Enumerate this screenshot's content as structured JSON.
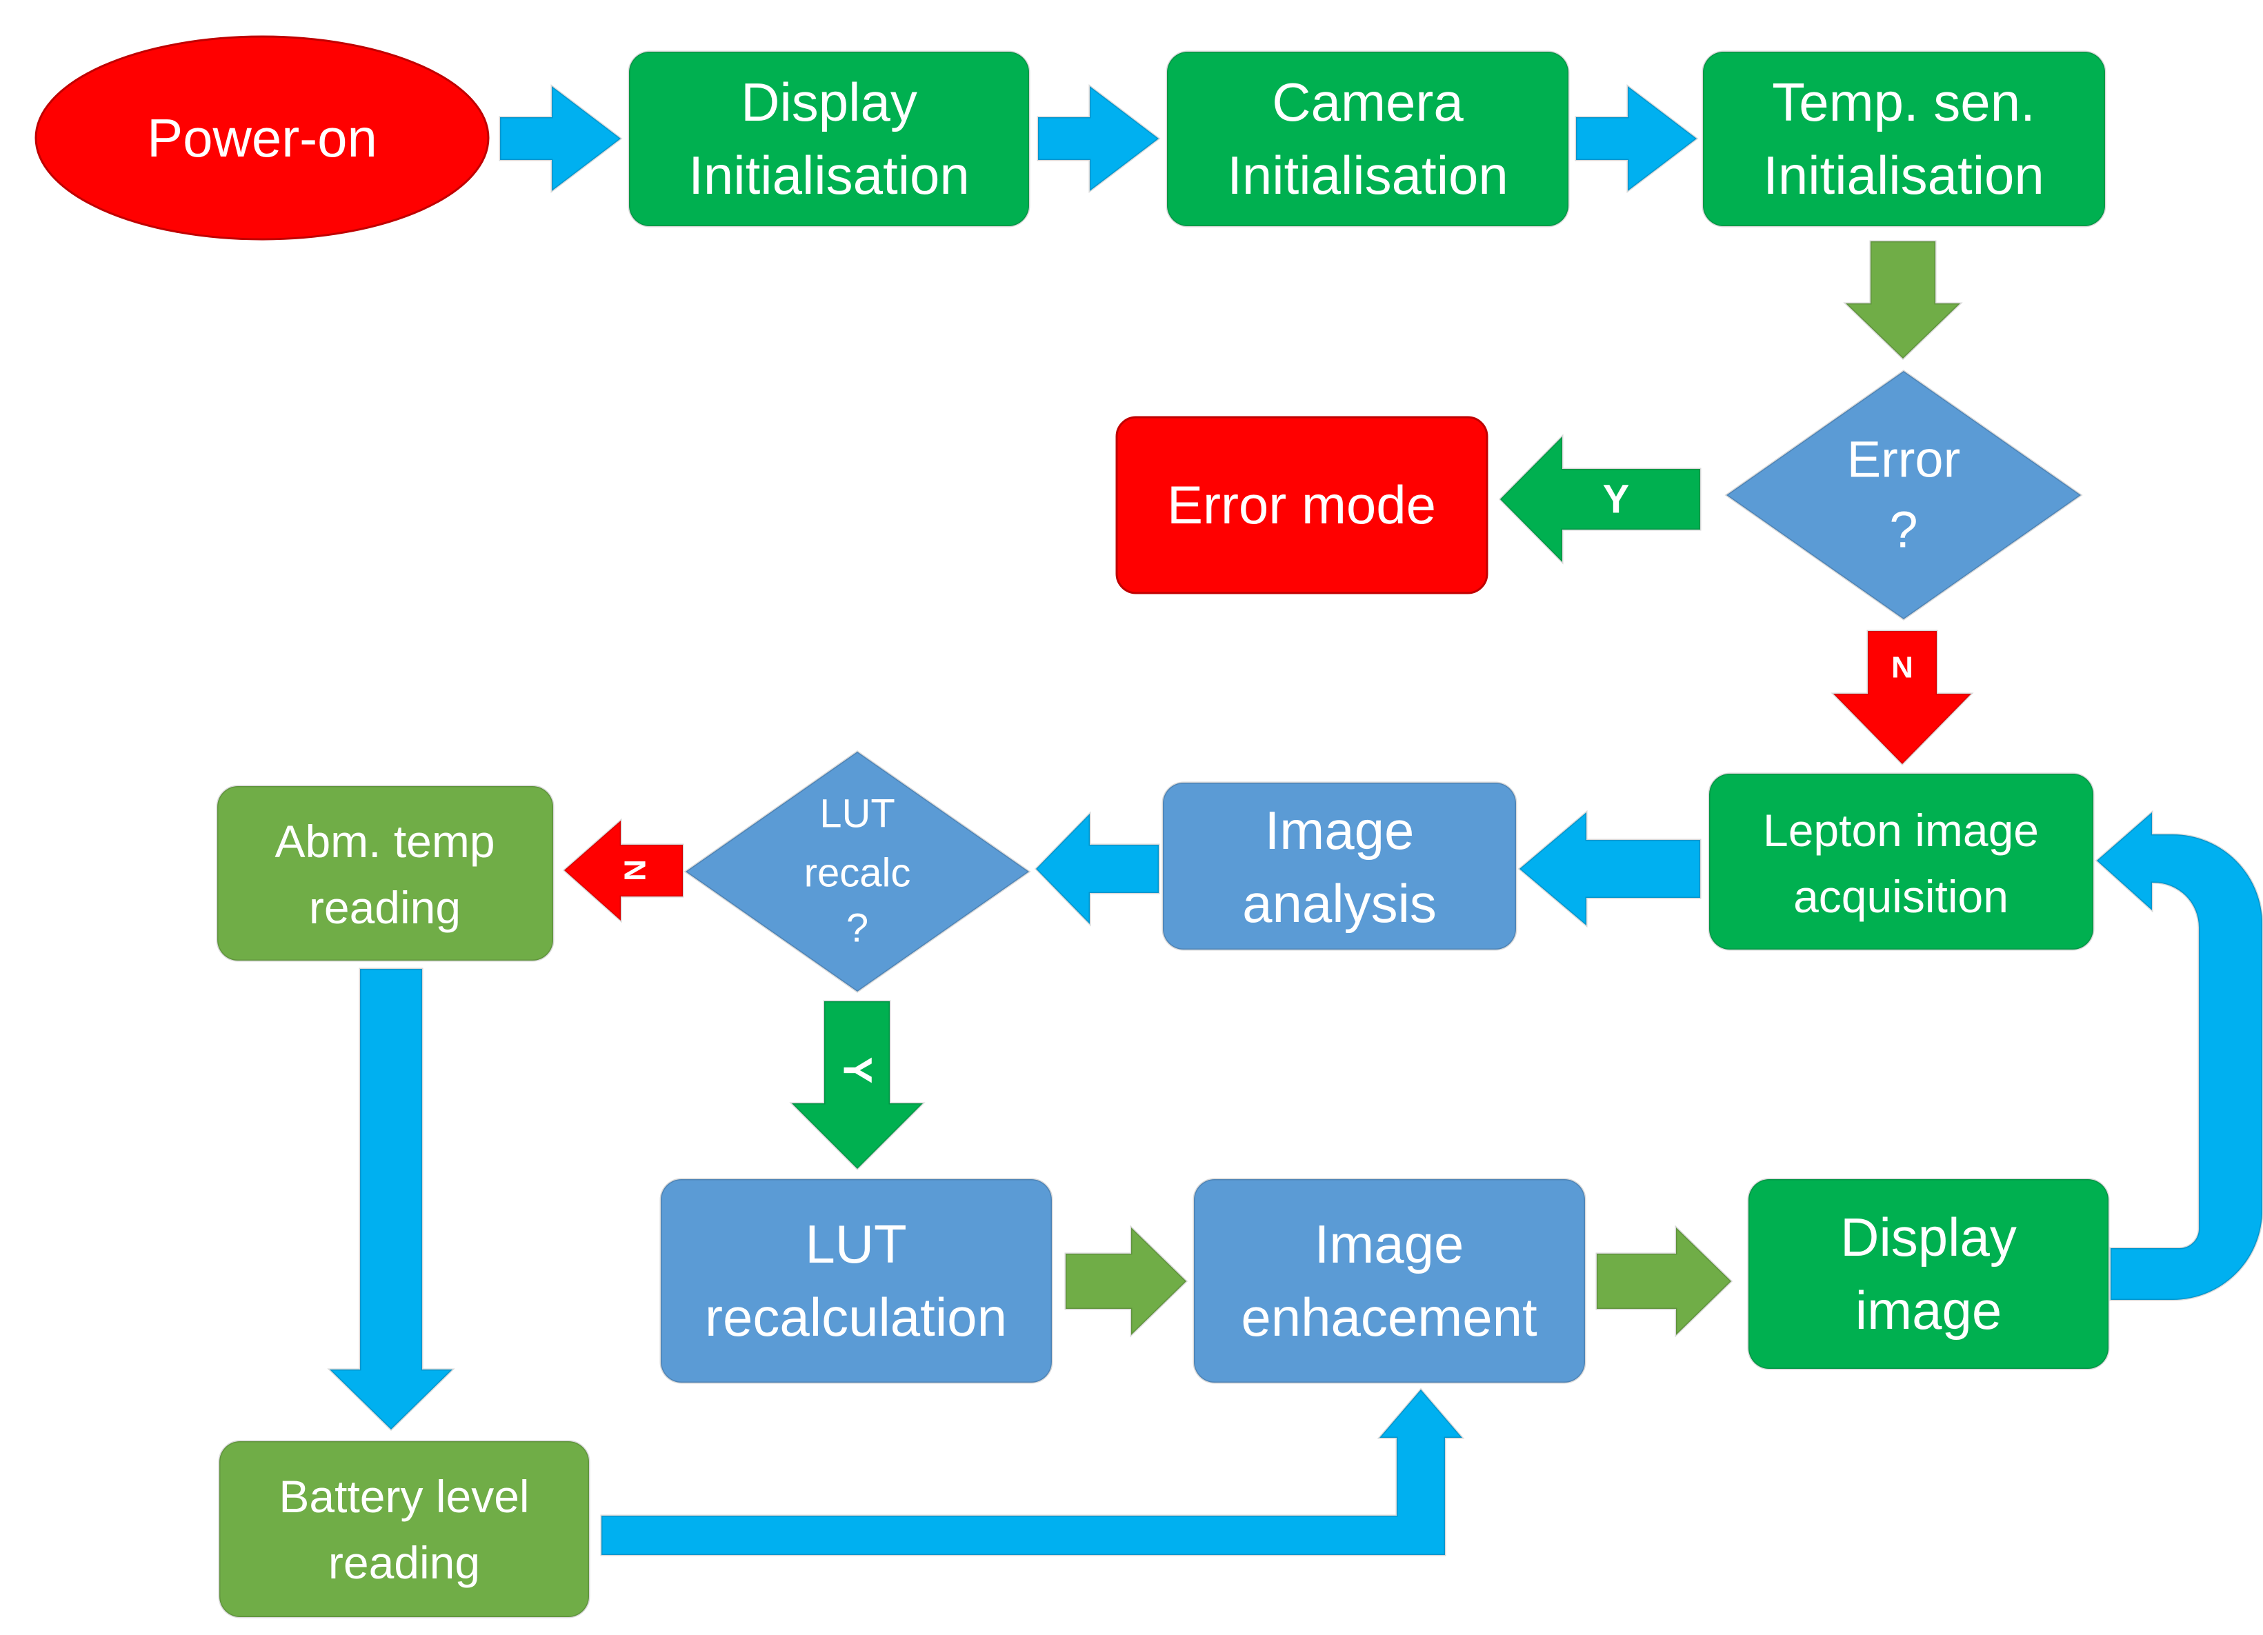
{
  "colors": {
    "terminal_red": "#ff0000",
    "process_green": "#00b050",
    "process_olive": "#70ad47",
    "process_blue": "#5b9bd5",
    "arrow_cyan": "#00b0f0",
    "arrow_green": "#70ad47",
    "arrow_dark_green": "#00b050",
    "arrow_red": "#ff0000"
  },
  "nodes": {
    "power_on": "Power-on",
    "display_init": {
      "line1": "Display",
      "line2": "Initialisation"
    },
    "camera_init": {
      "line1": "Camera",
      "line2": "Initialisation"
    },
    "temp_init": {
      "line1": "Temp. sen.",
      "line2": "Initialisation"
    },
    "error_decision": {
      "line1": "Error",
      "line2": "?"
    },
    "error_mode": "Error mode",
    "lepton": {
      "line1": "Lepton image",
      "line2": "acquisition"
    },
    "image_analysis": {
      "line1": "Image",
      "line2": "analysis"
    },
    "lut_decision": {
      "line1": "LUT",
      "line2": "recalc",
      "line3": "?"
    },
    "abm_temp": {
      "line1": "Abm. temp",
      "line2": "reading"
    },
    "lut_recalc": {
      "line1": "LUT",
      "line2": "recalculation"
    },
    "image_enh": {
      "line1": "Image",
      "line2": "enhacement"
    },
    "display_image": {
      "line1": "Display",
      "line2": "image"
    },
    "battery": {
      "line1": "Battery level",
      "line2": "reading"
    }
  },
  "edge_labels": {
    "error_yes": "Y",
    "error_no": "N",
    "lut_no": "N",
    "lut_yes": "Y"
  }
}
